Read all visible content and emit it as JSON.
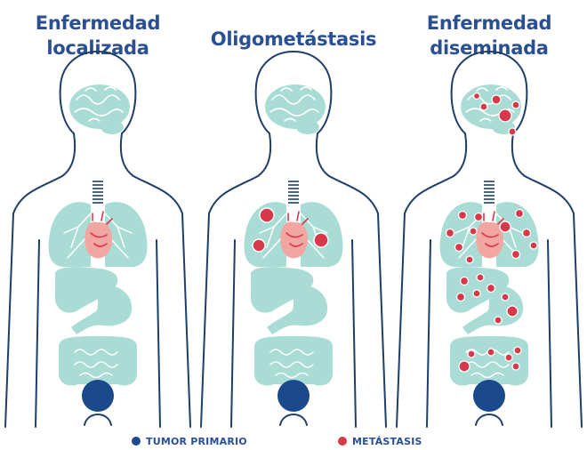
{
  "panels": [
    {
      "title_line1": "Enfermedad",
      "title_line2": "localizada"
    },
    {
      "title_line1": "Oligometástasis"
    },
    {
      "title_line1": "Enfermedad",
      "title_line2": "diseminada"
    }
  ],
  "legend": {
    "primary_label": "TUMOR PRIMARIO",
    "metastasis_label": "METÁSTASIS"
  },
  "colors": {
    "title": "#2a4f92",
    "outline": "#1f3e68",
    "organ": "#a9dcd4",
    "organ_line": "#ffffff",
    "heart": "#f2a6a2",
    "primary_tumor": "#1b4a8c",
    "metastasis": "#d8394a"
  }
}
